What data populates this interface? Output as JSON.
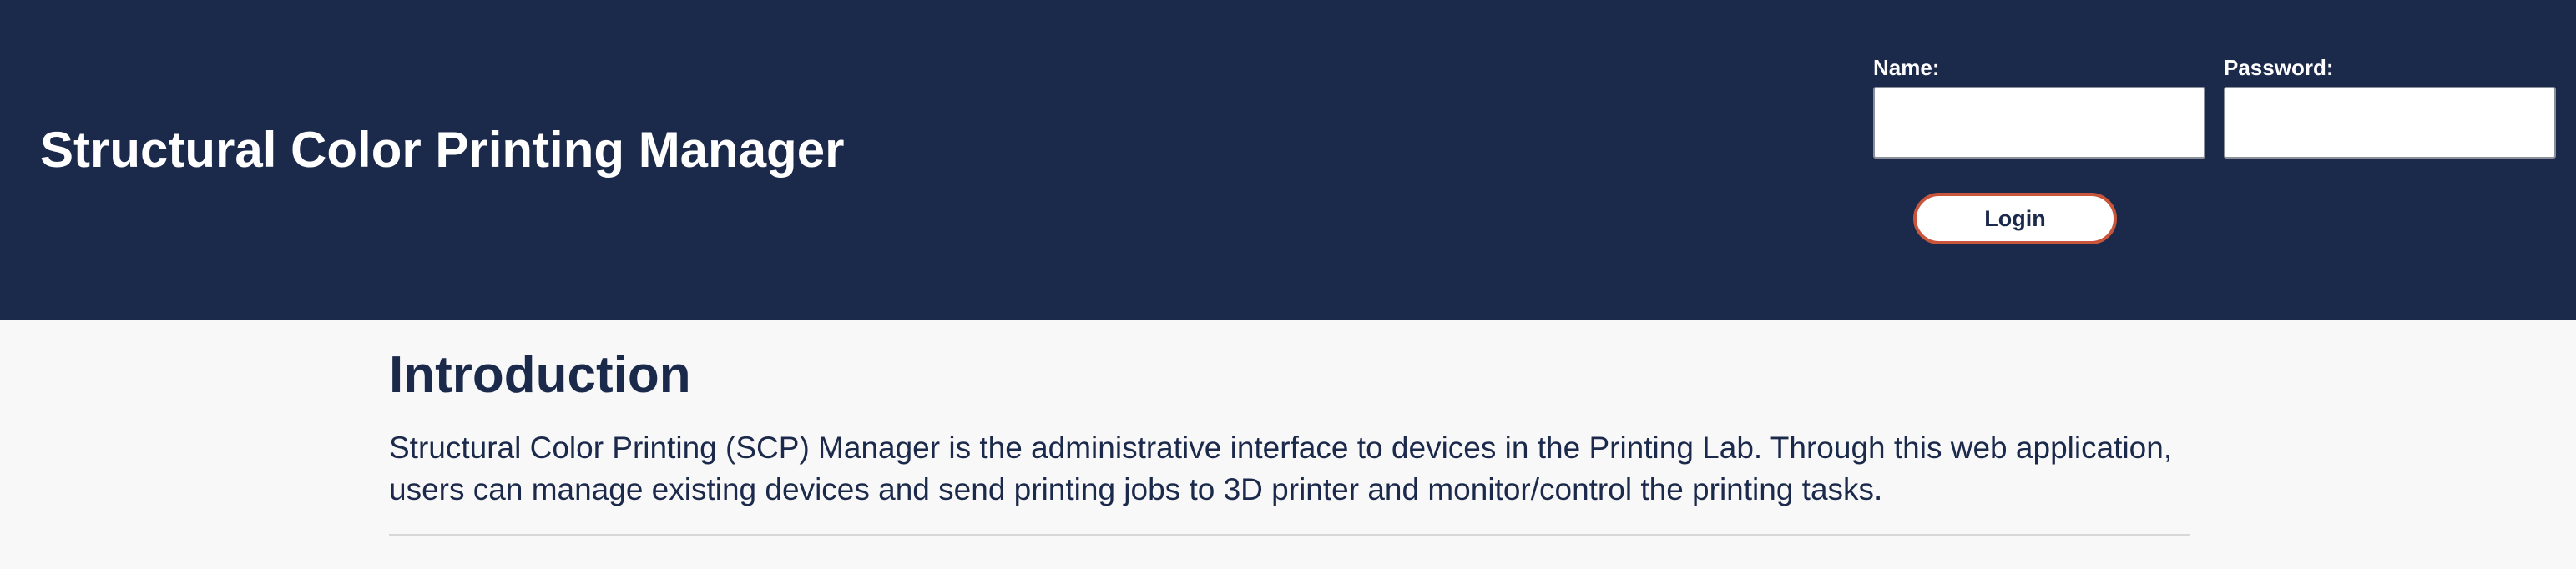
{
  "header": {
    "title": "Structural Color Printing Manager",
    "login_form": {
      "name_label": "Name:",
      "name_value": "",
      "password_label": "Password:",
      "password_value": "",
      "login_button": "Login"
    }
  },
  "main": {
    "heading": "Introduction",
    "paragraph": "Structural Color Printing (SCP) Manager is the administrative interface to devices in the Printing Lab. Through this web application, users can manage existing devices and send printing jobs to 3D printer and monitor/control the printing tasks."
  },
  "colors": {
    "header_background": "#1b294b",
    "page_background": "#f8f8f8",
    "login_button_border": "#c9563b",
    "text_primary": "#1b294b"
  }
}
